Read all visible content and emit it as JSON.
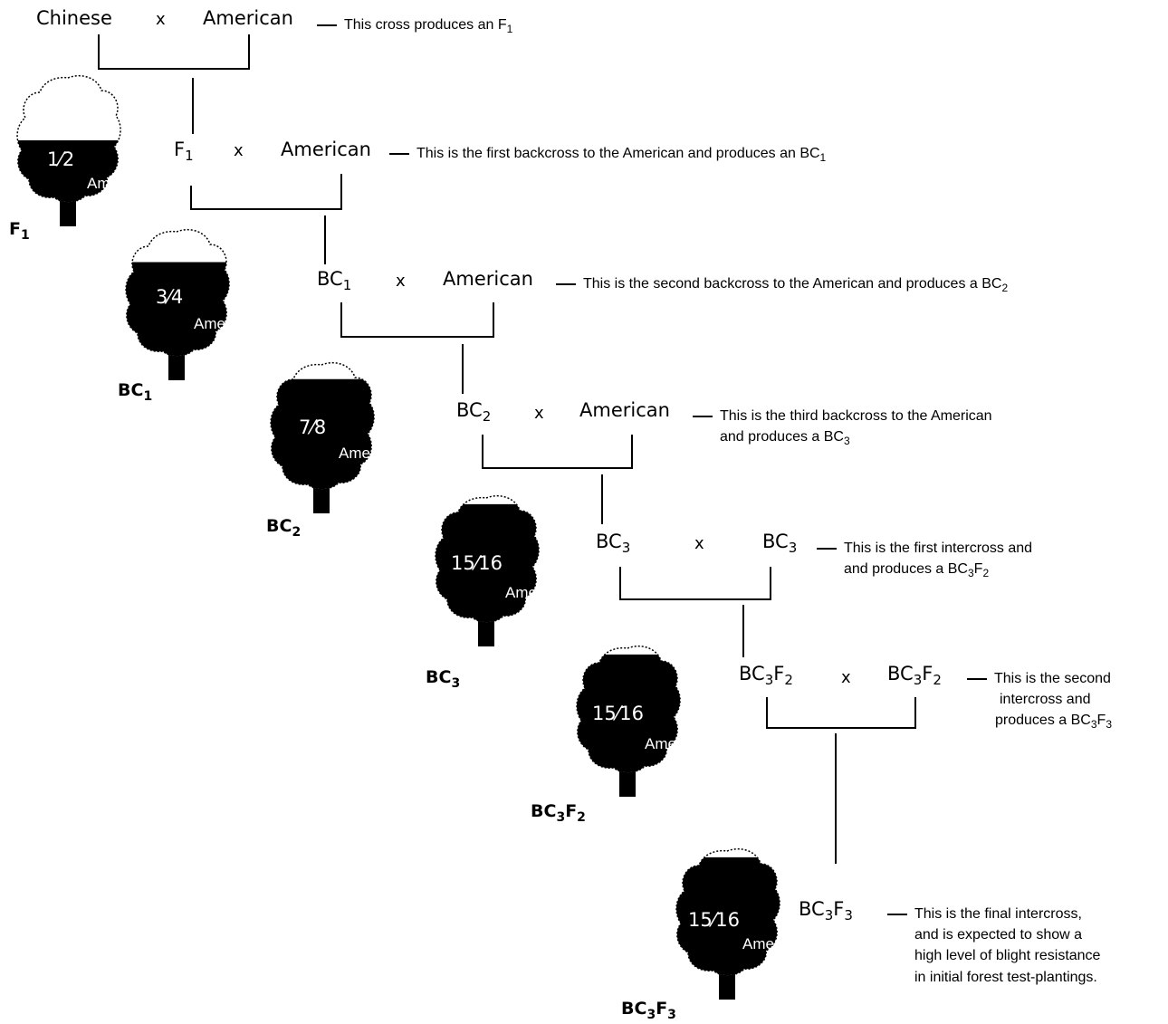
{
  "rows": [
    {
      "left": "Chinese",
      "left_sub": "",
      "x": "x",
      "right": "American",
      "right_sub": "",
      "note": "This cross produces an F",
      "note_sub": "1",
      "note2": ""
    },
    {
      "left": "F",
      "left_sub": "1",
      "x": "x",
      "right": "American",
      "right_sub": "",
      "note": "This is the first backcross to the American and produces an BC",
      "note_sub": "1",
      "note2": ""
    },
    {
      "left": "BC",
      "left_sub": "1",
      "x": "x",
      "right": "American",
      "right_sub": "",
      "note": "This is the second backcross to the American and produces a BC",
      "note_sub": "2",
      "note2": ""
    },
    {
      "left": "BC",
      "left_sub": "2",
      "x": "x",
      "right": "American",
      "right_sub": "",
      "note": "This is the third backcross to the American",
      "note2": "and produces a BC",
      "note2_sub": "3"
    },
    {
      "left": "BC",
      "left_sub": "3",
      "x": "x",
      "right": "BC",
      "right_sub": "3",
      "note": "This is the first intercross and",
      "note2": "and produces a BC",
      "note2_mid": "3",
      "note2_F": "F",
      "note2_sub": "2"
    },
    {
      "left": "BC",
      "left_sub": "3",
      "left_F": "F",
      "left_sub2": "2",
      "x": "x",
      "right": "BC",
      "right_sub": "3",
      "right_F": "F",
      "right_sub2": "2",
      "note": "This is the second",
      "note2": "intercross and",
      "note3": "produces a BC",
      "note3_mid": "3",
      "note3_F": "F",
      "note3_sub": "3"
    },
    {
      "final": "BC",
      "final_sub": "3",
      "final_F": "F",
      "final_sub2": "3",
      "note": "This is the final intercross,",
      "note2": "and is expected to show a",
      "note3": "high level of blight resistance",
      "note4": "in initial forest test-plantings."
    }
  ],
  "trees": [
    {
      "frac_num": "1",
      "frac_den": "2",
      "amer": "American",
      "gen": "F",
      "gen_sub": "1",
      "gen_F": "",
      "gen_sub2": ""
    },
    {
      "frac_num": "3",
      "frac_den": "4",
      "amer": "American",
      "gen": "BC",
      "gen_sub": "1",
      "gen_F": "",
      "gen_sub2": ""
    },
    {
      "frac_num": "7",
      "frac_den": "8",
      "amer": "American",
      "gen": "BC",
      "gen_sub": "2",
      "gen_F": "",
      "gen_sub2": ""
    },
    {
      "frac_num": "15",
      "frac_den": "16",
      "amer": "American",
      "gen": "BC",
      "gen_sub": "3",
      "gen_F": "",
      "gen_sub2": ""
    },
    {
      "frac_num": "15",
      "frac_den": "16",
      "amer": "American",
      "gen": "BC",
      "gen_sub": "3",
      "gen_F": "F",
      "gen_sub2": "2"
    },
    {
      "frac_num": "15",
      "frac_den": "16",
      "amer": "American",
      "gen": "BC",
      "gen_sub": "3",
      "gen_F": "F",
      "gen_sub2": "3"
    }
  ],
  "american_fraction": [
    0.5,
    0.75,
    0.875,
    0.9375,
    0.9375,
    0.9375
  ]
}
